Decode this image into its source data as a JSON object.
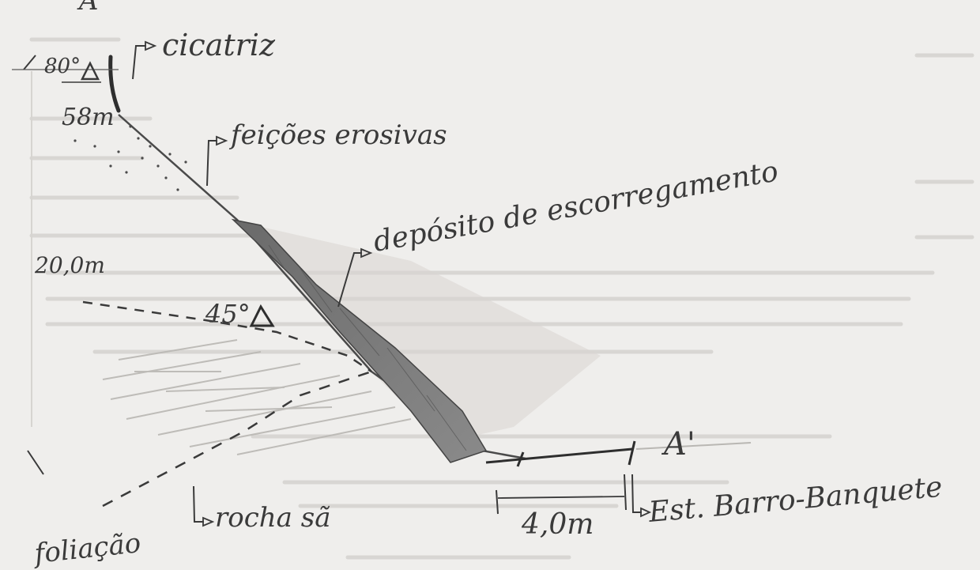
{
  "sketch": {
    "top_label": "A",
    "bottom_label": "A'",
    "labels": {
      "scar": "cicatriz",
      "erosive": "feições erosivas",
      "deposit": "depósito de escorregamento",
      "foliation": "foliação",
      "sound_rock": "rocha sã",
      "road": "Est. Barro-Banquete"
    },
    "measurements": {
      "top_angle": "80°",
      "top_height": "58m",
      "mid_height": "20,0m",
      "mid_angle": "45°",
      "width": "4,0m"
    }
  },
  "colors": {
    "paper": "#efeeec",
    "ink": "#3a3a3a",
    "pencil": "#5a5a5a",
    "deposit": "#6f6f6f",
    "faded_text": "#c9c7c3"
  }
}
